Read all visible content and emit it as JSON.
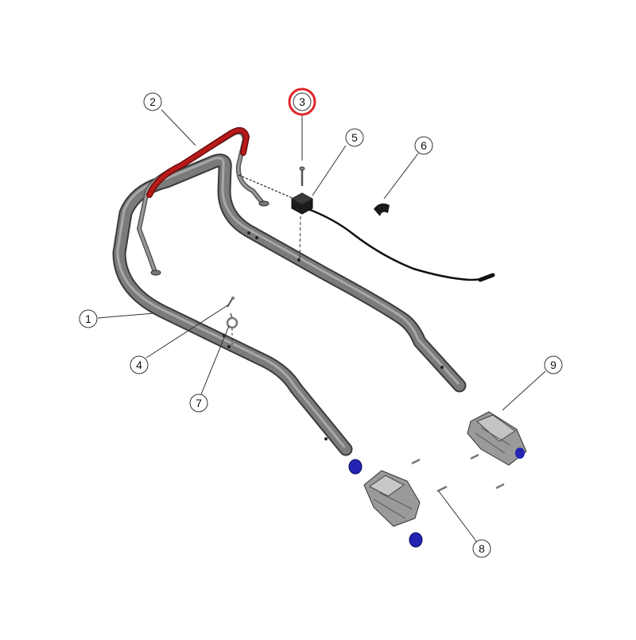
{
  "diagram": {
    "colors": {
      "background": "#ffffff",
      "tube": "#6e6e6e",
      "tube_edge": "#3a3a3a",
      "highlight_part": "#a01515",
      "highlight_ring": "#e0262b",
      "cable": "#111111",
      "bushing": "#2323b4",
      "bracket": "#9a9a9a",
      "callout_line": "#333333"
    },
    "callouts": [
      {
        "id": "callout-1",
        "number": "1",
        "part": "handle-tube",
        "highlighted": false
      },
      {
        "id": "callout-2",
        "number": "2",
        "part": "bail-bar",
        "highlighted": false
      },
      {
        "id": "callout-3",
        "number": "3",
        "part": "screw",
        "highlighted": true
      },
      {
        "id": "callout-4",
        "number": "4",
        "part": "bolt",
        "highlighted": false
      },
      {
        "id": "callout-5",
        "number": "5",
        "part": "switch-box",
        "highlighted": false
      },
      {
        "id": "callout-6",
        "number": "6",
        "part": "cable-clip",
        "highlighted": false
      },
      {
        "id": "callout-7",
        "number": "7",
        "part": "rope-guide",
        "highlighted": false
      },
      {
        "id": "callout-8",
        "number": "8",
        "part": "bracket-screws",
        "highlighted": false
      },
      {
        "id": "callout-9",
        "number": "9",
        "part": "handle-bracket",
        "highlighted": false
      }
    ]
  }
}
